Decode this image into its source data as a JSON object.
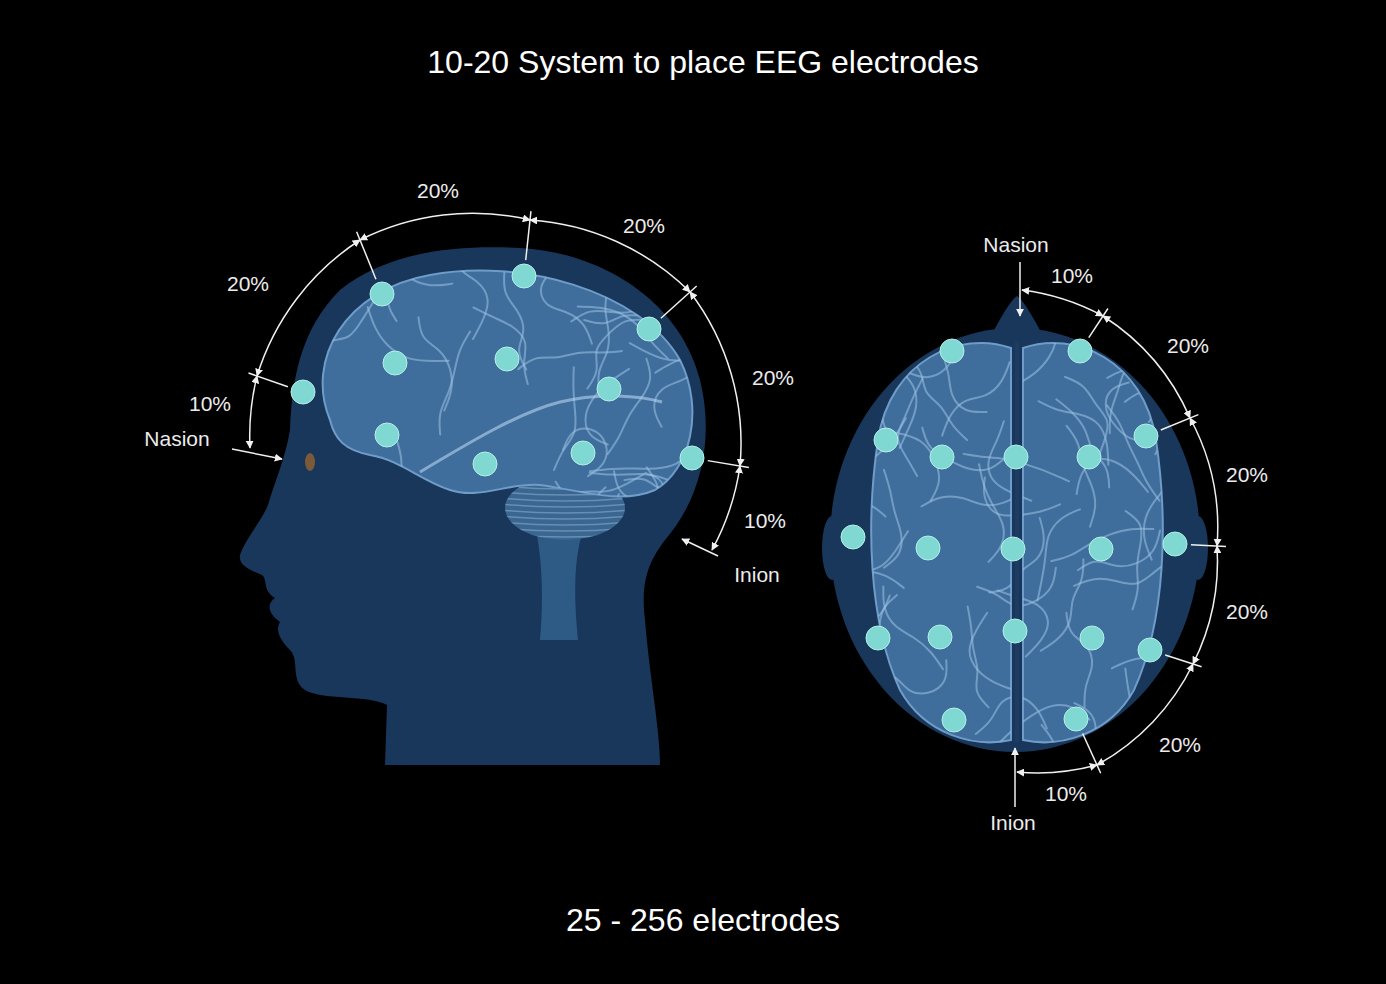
{
  "diagram": {
    "title": "10-20 System to place EEG electrodes",
    "caption": "25 - 256 electrodes",
    "labels": [
      "20%",
      "20%",
      "20%",
      "10%",
      "Nasion",
      "20%",
      "10%",
      "Inion",
      "Nasion",
      "10%",
      "20%",
      "20%",
      "20%",
      "20%",
      "10%",
      "Inion"
    ]
  }
}
